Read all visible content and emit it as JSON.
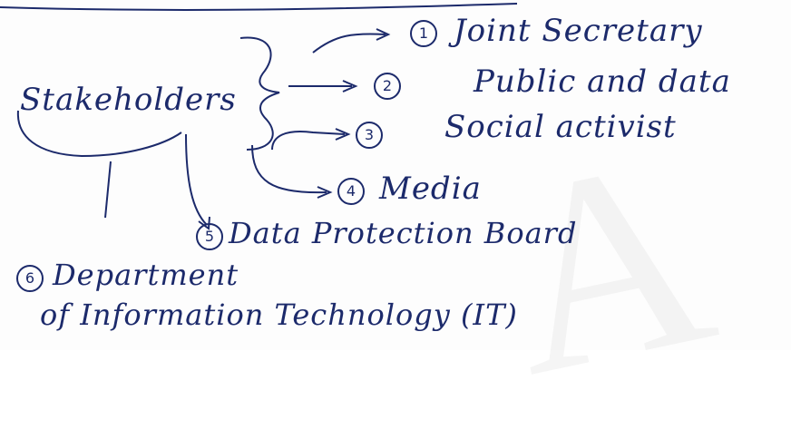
{
  "center": {
    "label": "Stakeholders"
  },
  "items": [
    {
      "num": "1",
      "label": "Joint Secretary"
    },
    {
      "num": "2",
      "label": "Public and data"
    },
    {
      "num": "3",
      "label": "Social activist"
    },
    {
      "num": "4",
      "label": "Media"
    },
    {
      "num": "5",
      "label": "Data Protection Board"
    },
    {
      "num": "6",
      "label_line1": "Department",
      "label_line2": "of Information Technology (IT)"
    }
  ],
  "colors": {
    "ink": "#1c2a6b",
    "paper": "#fdfdfd"
  }
}
